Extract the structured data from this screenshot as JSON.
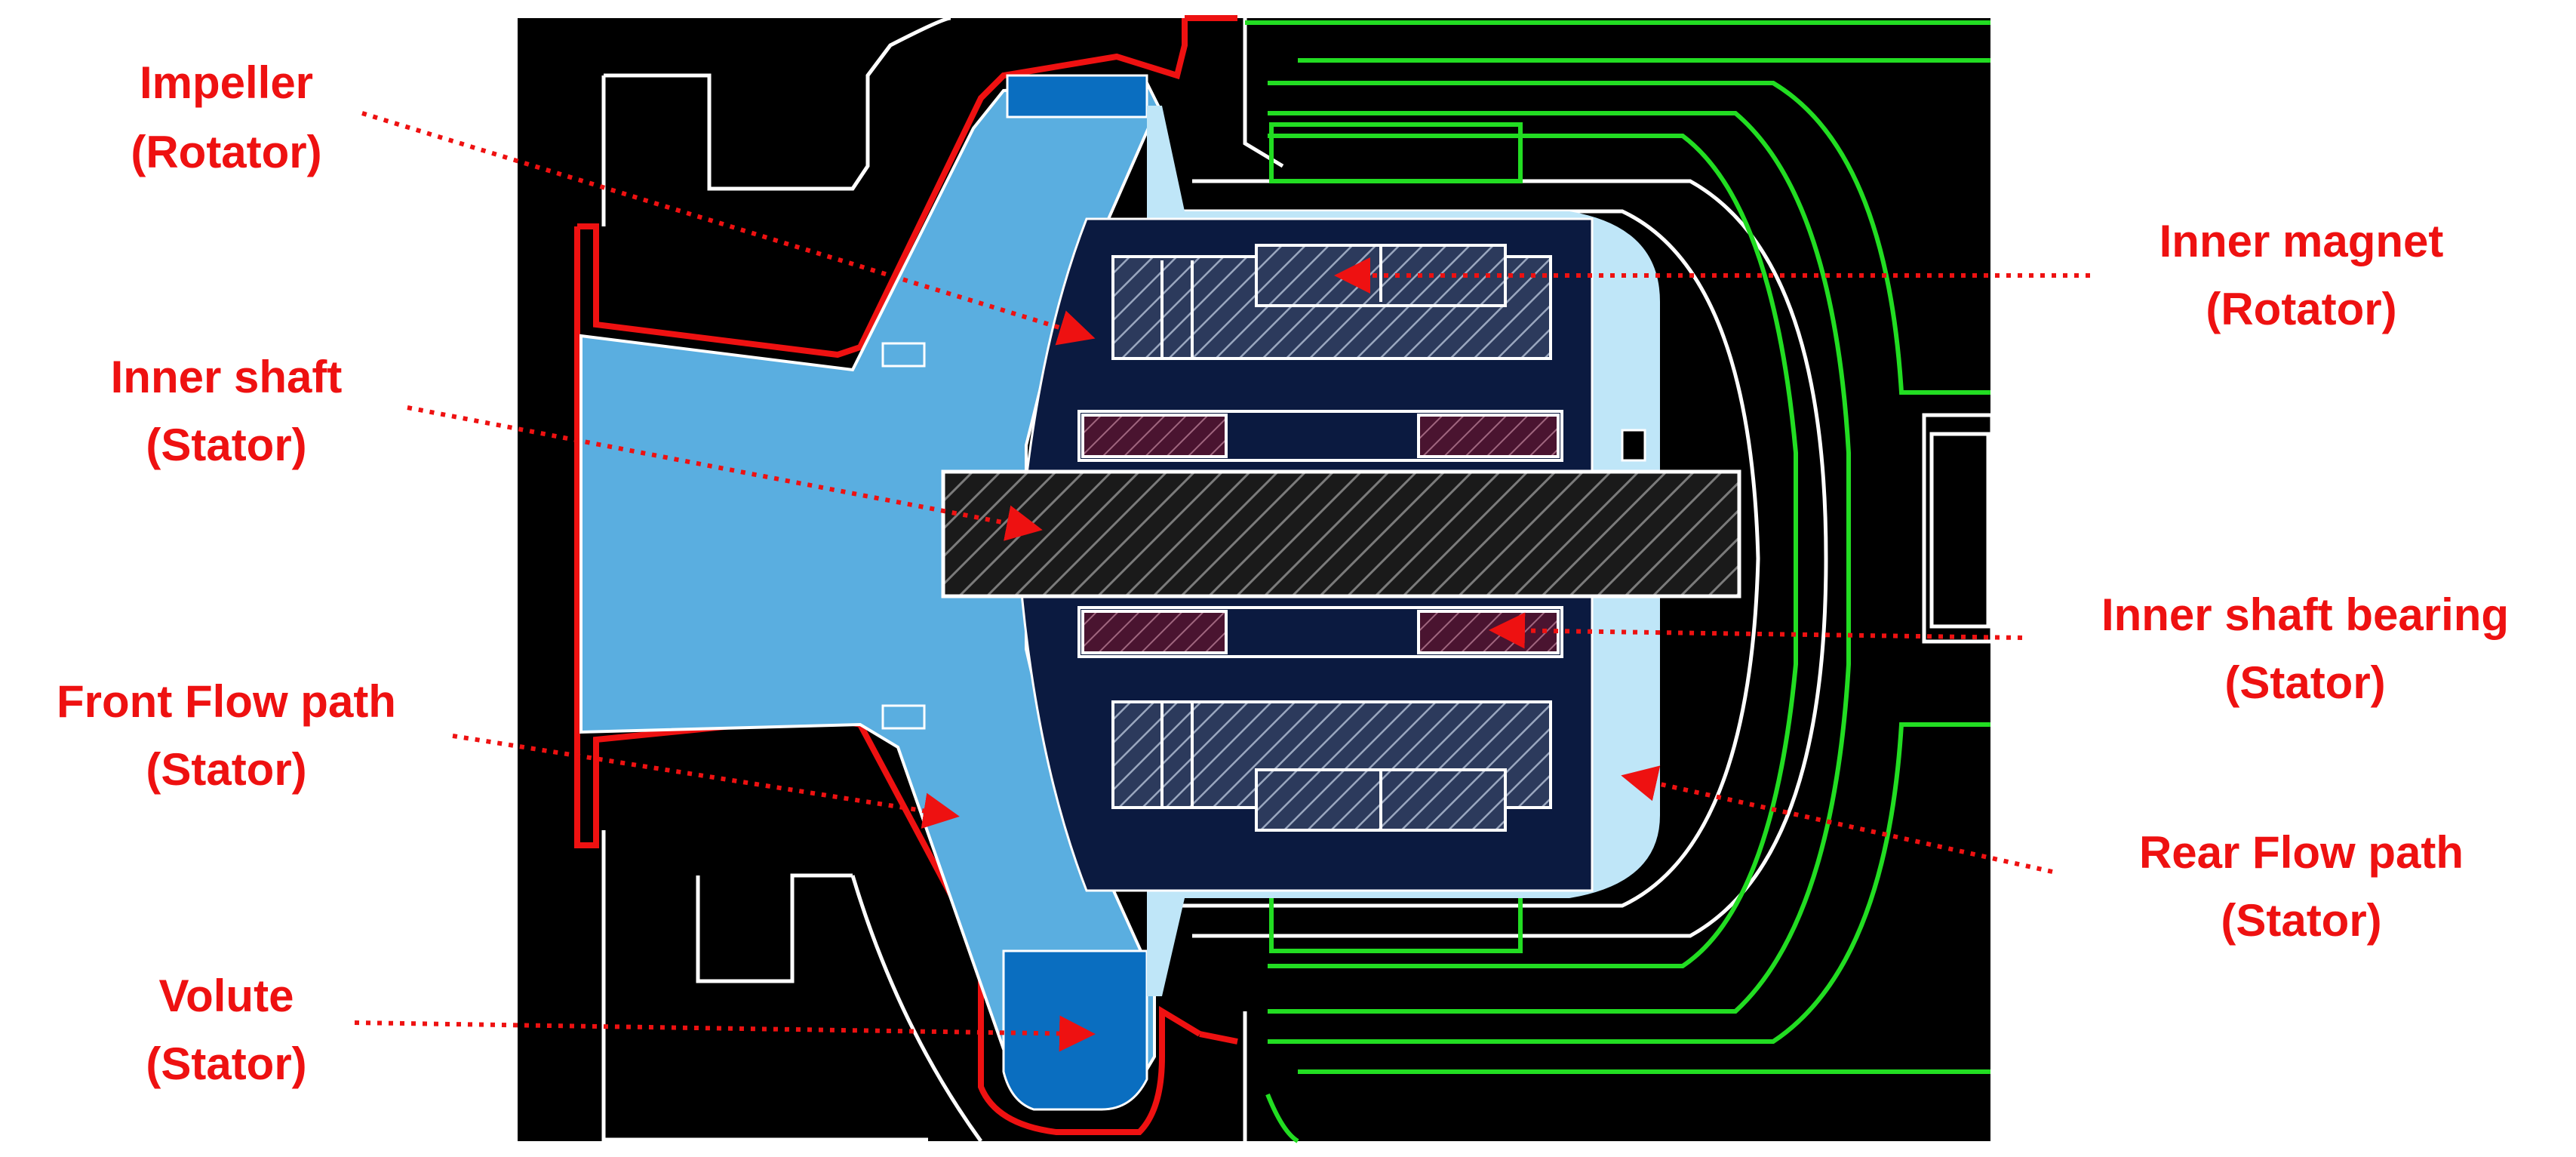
{
  "colors": {
    "label": "#ee1111",
    "background": "#000000",
    "outline": "#ffffff",
    "casing_red": "#ee1111",
    "coil_green": "#22dd22",
    "impeller_fluid": "#5aaee0",
    "volute_blue": "#0a6ec0",
    "magnet_navy": "#0b1a40",
    "rear_flow": "#bfe6f8",
    "bearing_maroon": "#5a1a36",
    "hatch_light": "#9aa7bf",
    "leader": "#ee1111"
  },
  "labels": {
    "impeller": {
      "line1": "Impeller",
      "line2": "(Rotator)"
    },
    "inner_shaft": {
      "line1": "Inner shaft",
      "line2": "(Stator)"
    },
    "front_flow": {
      "line1": "Front Flow path",
      "line2": "(Stator)"
    },
    "volute": {
      "line1": "Volute",
      "line2": "(Stator)"
    },
    "inner_magnet": {
      "line1": "Inner magnet",
      "line2": "(Rotator)"
    },
    "shaft_bearing": {
      "line1": "Inner shaft bearing",
      "line2": "(Stator)"
    },
    "rear_flow": {
      "line1": "Rear Flow path",
      "line2": "(Stator)"
    }
  }
}
